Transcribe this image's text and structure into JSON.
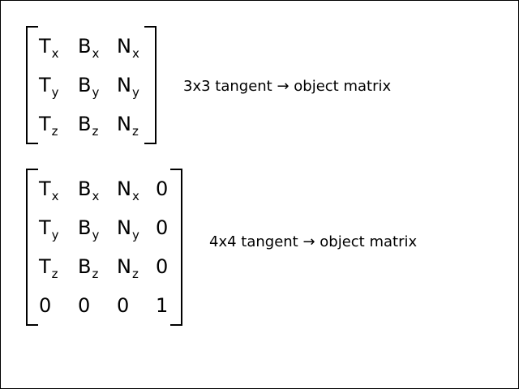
{
  "matrix3": {
    "caption": "3x3 tangent → object matrix",
    "rows": [
      [
        {
          "base": "T",
          "sub": "x"
        },
        {
          "base": "B",
          "sub": "x"
        },
        {
          "base": "N",
          "sub": "x"
        }
      ],
      [
        {
          "base": "T",
          "sub": "y"
        },
        {
          "base": "B",
          "sub": "y"
        },
        {
          "base": "N",
          "sub": "y"
        }
      ],
      [
        {
          "base": "T",
          "sub": "z"
        },
        {
          "base": "B",
          "sub": "z"
        },
        {
          "base": "N",
          "sub": "z"
        }
      ]
    ]
  },
  "matrix4": {
    "caption": "4x4 tangent → object matrix",
    "rows": [
      [
        {
          "base": "T",
          "sub": "x"
        },
        {
          "base": "B",
          "sub": "x"
        },
        {
          "base": "N",
          "sub": "x"
        },
        {
          "base": "0",
          "sub": ""
        }
      ],
      [
        {
          "base": "T",
          "sub": "y"
        },
        {
          "base": "B",
          "sub": "y"
        },
        {
          "base": "N",
          "sub": "y"
        },
        {
          "base": "0",
          "sub": ""
        }
      ],
      [
        {
          "base": "T",
          "sub": "z"
        },
        {
          "base": "B",
          "sub": "z"
        },
        {
          "base": "N",
          "sub": "z"
        },
        {
          "base": "0",
          "sub": ""
        }
      ],
      [
        {
          "base": "0",
          "sub": ""
        },
        {
          "base": "0",
          "sub": ""
        },
        {
          "base": "0",
          "sub": ""
        },
        {
          "base": "1",
          "sub": ""
        }
      ]
    ]
  }
}
